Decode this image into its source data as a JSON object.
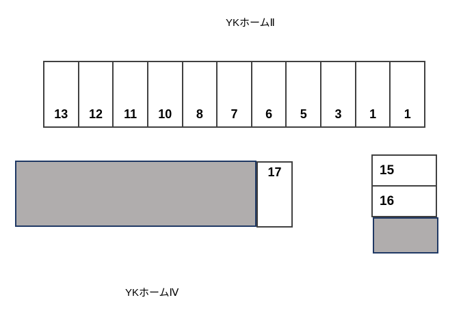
{
  "diagram": {
    "title_top": "YKホームⅡ",
    "title_bottom": "YKホームⅣ",
    "top_row_spaces": [
      "13",
      "12",
      "11",
      "10",
      "8",
      "7",
      "6",
      "5",
      "3",
      "1",
      "1"
    ],
    "middle_space": "17",
    "right_spaces": [
      "15",
      "16"
    ],
    "colors": {
      "occupied_fill": "#b0adad",
      "occupied_border": "#1f3864",
      "cell_border": "#404040",
      "background": "#ffffff",
      "text": "#000000"
    }
  }
}
